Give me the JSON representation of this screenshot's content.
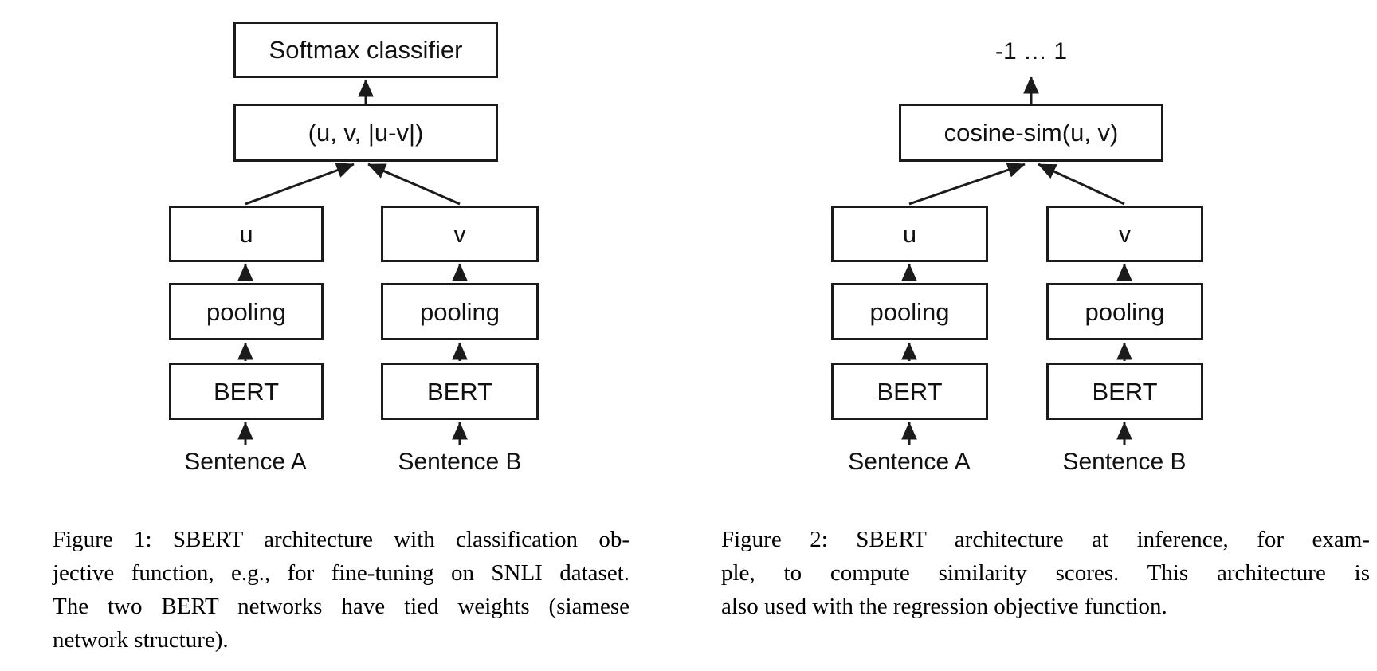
{
  "colors": {
    "ink": "#1b1b1b",
    "text": "#111111",
    "caption_text": "#000000",
    "background": "#ffffff"
  },
  "figure1": {
    "boxes": {
      "softmax": "Softmax classifier",
      "concat": "(u, v, |u-v|)",
      "u": "u",
      "v": "v",
      "pooling_a": "pooling",
      "pooling_b": "pooling",
      "bert_a": "BERT",
      "bert_b": "BERT"
    },
    "inputs": {
      "sentence_a": "Sentence A",
      "sentence_b": "Sentence B"
    },
    "caption_lines": [
      "Figure 1: SBERT architecture with classification ob-",
      "jective function, e.g., for fine-tuning on SNLI dataset.",
      "The two BERT networks have tied weights (siamese",
      "network structure)."
    ]
  },
  "figure2": {
    "output_range": "-1 … 1",
    "boxes": {
      "cosine": "cosine-sim(u, v)",
      "u": "u",
      "v": "v",
      "pooling_a": "pooling",
      "pooling_b": "pooling",
      "bert_a": "BERT",
      "bert_b": "BERT"
    },
    "inputs": {
      "sentence_a": "Sentence A",
      "sentence_b": "Sentence B"
    },
    "caption_lines": [
      "Figure 2: SBERT architecture at inference, for exam-",
      "ple, to compute similarity scores. This architecture is",
      "also used with the regression objective function."
    ]
  }
}
